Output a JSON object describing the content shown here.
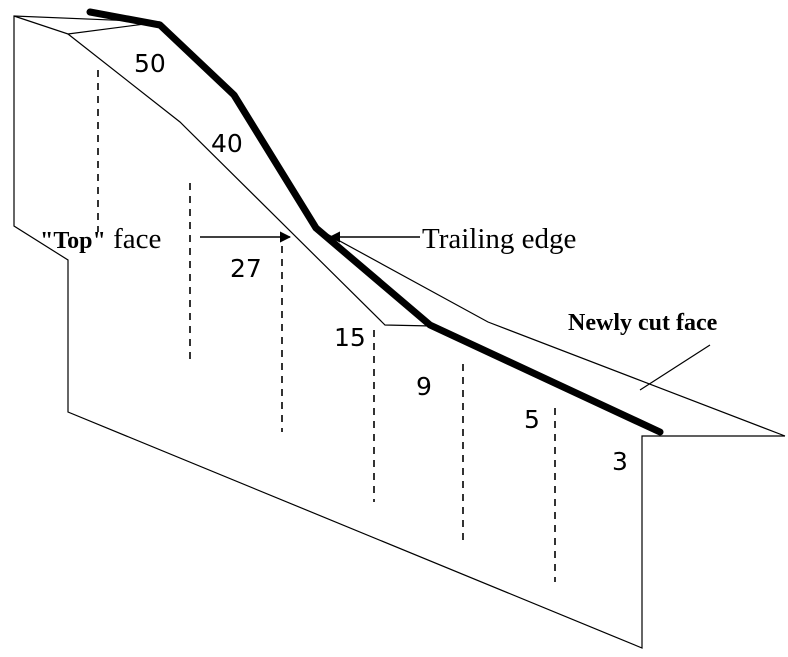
{
  "labels": {
    "top_face_bold": "\"Top\"",
    "top_face_rest": " face",
    "trailing_edge": "Trailing edge",
    "newly_cut_face": "Newly cut face"
  },
  "profile_values": [
    "50",
    "40",
    "27",
    "15",
    "9",
    "5",
    "3"
  ]
}
